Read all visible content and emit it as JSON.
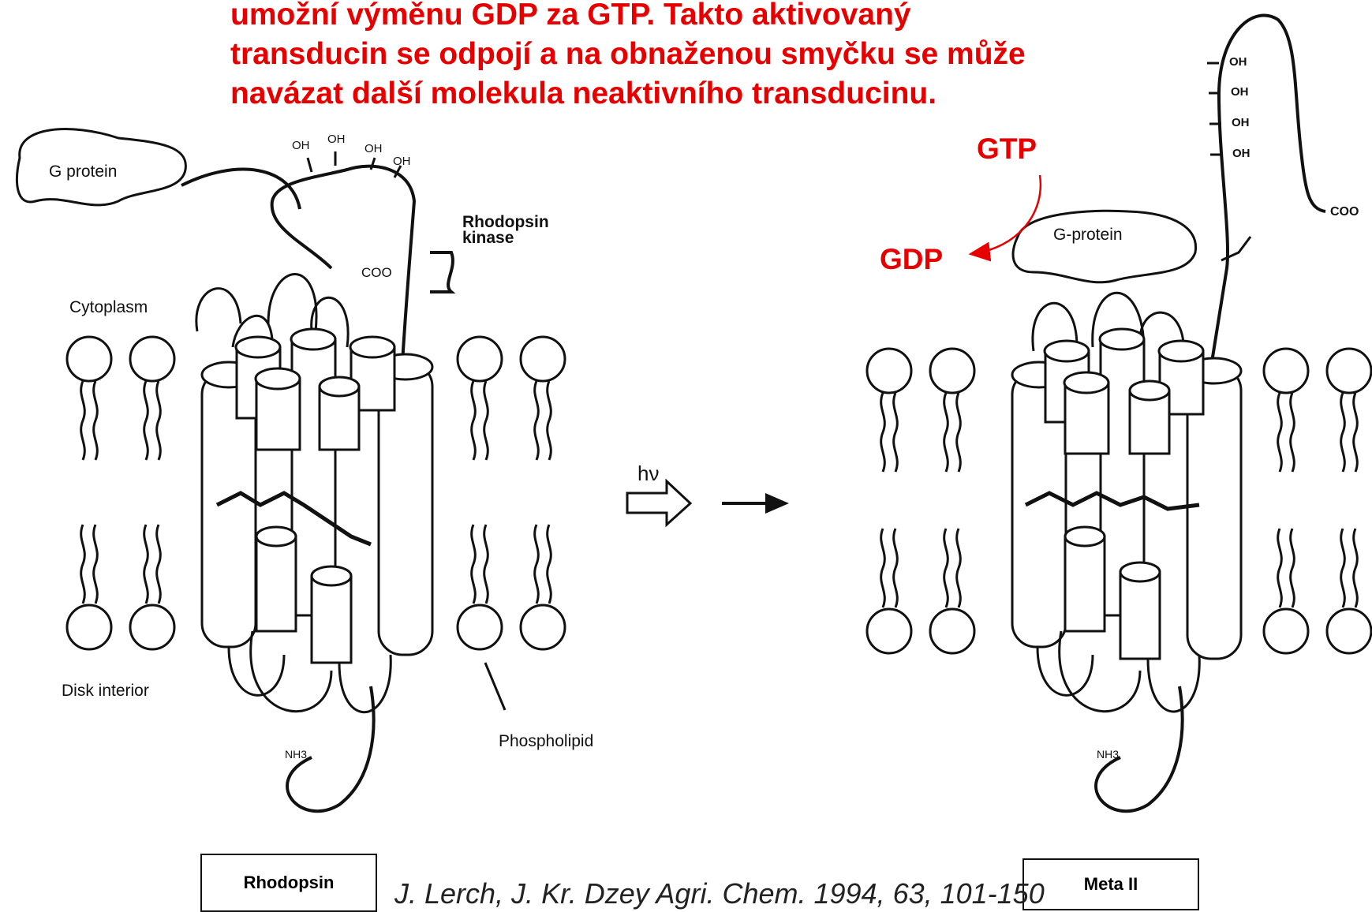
{
  "caption": {
    "lines": [
      "umožní výměnu GDP za GTP. Takto aktivovaný",
      "transducin se odpojí a na obnaženou smyčku se může",
      "navázat další molekula neaktivního transducinu."
    ]
  },
  "left_panel": {
    "g_protein": "G protein",
    "oh_label": "OH",
    "coo_label": "COO",
    "kinase_line1": "Rhodopsin",
    "kinase_line2": "kinase",
    "cytoplasm": "Cytoplasm",
    "disk_interior": "Disk interior",
    "phospholipid": "Phospholipid",
    "nh3": "NH3",
    "title_box": "Rhodopsin"
  },
  "middle": {
    "hv": "hν"
  },
  "right_panel": {
    "gtp": "GTP",
    "gdp": "GDP",
    "g_protein": "G-protein",
    "oh_label": "OH",
    "coo_label": "COO",
    "nh3": "NH3",
    "title_box": "Meta II"
  },
  "citation": "J. Lerch, J. Kr. Dzey Agri. Chem. 1994, 63, 101-150",
  "colors": {
    "annotation": "#e60000",
    "ink": "#111111"
  }
}
